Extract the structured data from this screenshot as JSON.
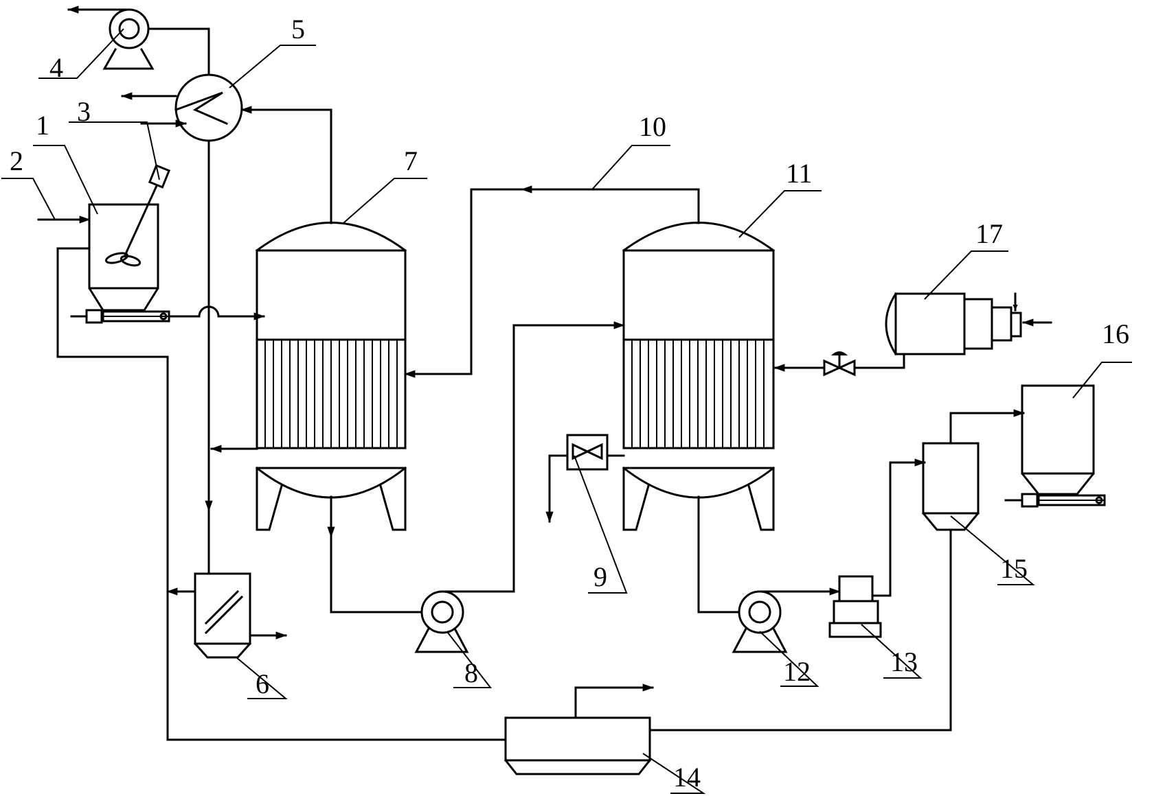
{
  "labels": {
    "n1": "1",
    "n2": "2",
    "n3": "3",
    "n4": "4",
    "n5": "5",
    "n6": "6",
    "n7": "7",
    "n8": "8",
    "n9": "9",
    "n10": "10",
    "n11": "11",
    "n12": "12",
    "n13": "13",
    "n14": "14",
    "n15": "15",
    "n16": "16",
    "n17": "17"
  },
  "colors": {
    "line": "#000000",
    "background": "#ffffff"
  }
}
